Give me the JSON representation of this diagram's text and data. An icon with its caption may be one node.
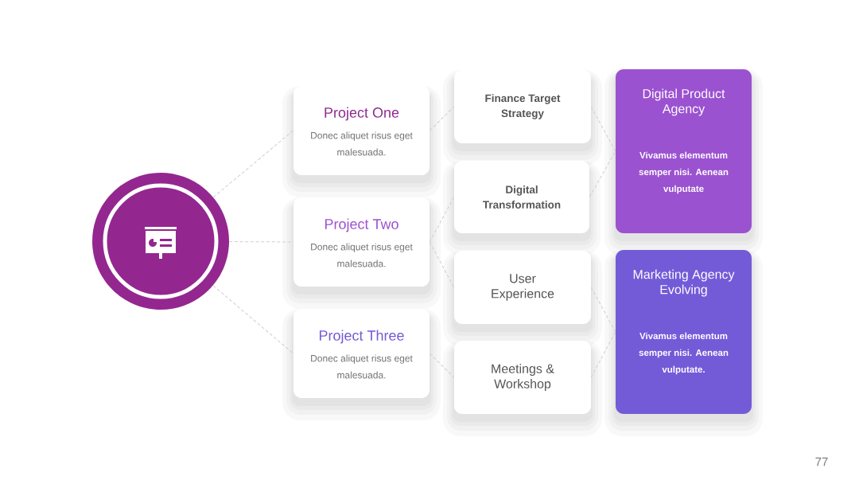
{
  "diagram": {
    "nodes": [
      {
        "text": [],
        "shape": "circle"
      },
      {
        "text": [
          "Project One",
          "Donec aliquet risus eget malesuada."
        ]
      },
      {
        "text": [
          "Project Two",
          "Donec aliquet risus eget malesuada."
        ]
      },
      {
        "text": [
          "Project Three",
          "Donec aliquet risus eget malesuada."
        ]
      },
      {
        "text": [
          "Finance Target Strategy"
        ]
      },
      {
        "text": [
          "Digital Transformation"
        ]
      },
      {
        "text": [
          "User Experience"
        ]
      },
      {
        "text": [
          "Meetings & Workshop"
        ]
      },
      {
        "text": [
          "Digital Product Agency",
          "Vivamus elementum semper nisi. Aenean vulputate"
        ]
      },
      {
        "text": [
          "Marketing Agency Evolving",
          "Vivamus elementum semper nisi. Aenean vulputate."
        ]
      }
    ],
    "edges": [
      {
        "from": 0,
        "to": 1,
        "arrow": "none",
        "style": "dashed"
      },
      {
        "from": 0,
        "to": 2,
        "arrow": "none",
        "style": "dashed"
      },
      {
        "from": 0,
        "to": 3,
        "arrow": "none",
        "style": "dashed"
      },
      {
        "from": 1,
        "to": 4,
        "arrow": "none",
        "style": "dashed"
      },
      {
        "from": 2,
        "to": 5,
        "arrow": "none",
        "style": "dashed"
      },
      {
        "from": 2,
        "to": 6,
        "arrow": "none",
        "style": "dashed"
      },
      {
        "from": 3,
        "to": 7,
        "arrow": "none",
        "style": "dashed"
      },
      {
        "from": 4,
        "to": 8,
        "arrow": "none",
        "style": "dashed"
      },
      {
        "from": 5,
        "to": 8,
        "arrow": "none",
        "style": "dashed"
      },
      {
        "from": 6,
        "to": 9,
        "arrow": "none",
        "style": "dashed"
      },
      {
        "from": 7,
        "to": 9,
        "arrow": "none",
        "style": "dashed"
      }
    ],
    "labels": [
      "77"
    ]
  }
}
